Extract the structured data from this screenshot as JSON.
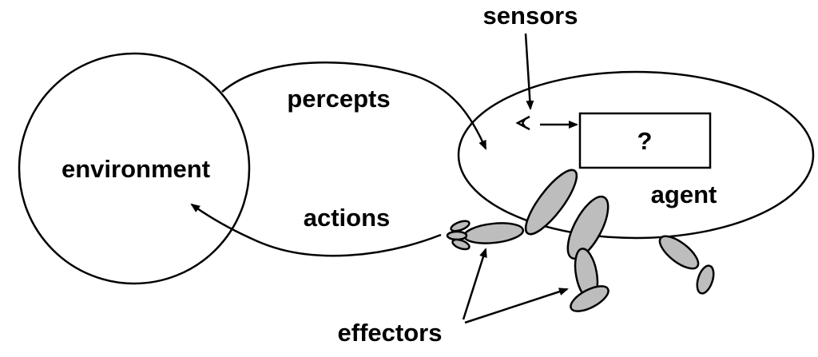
{
  "nodes": {
    "environment": {
      "label": "environment"
    },
    "agent": {
      "label": "agent"
    },
    "agent_program": {
      "label": "?"
    }
  },
  "edges": {
    "percepts": {
      "label": "percepts"
    },
    "actions": {
      "label": "actions"
    }
  },
  "annotations": {
    "sensors": {
      "label": "sensors"
    },
    "effectors": {
      "label": "effectors"
    }
  },
  "icons": {
    "sensor": "eye-icon",
    "effectors": "robot-limbs-icon"
  },
  "colors": {
    "stroke": "#000000",
    "limb_fill": "#bdbdbd",
    "background": "#ffffff"
  }
}
